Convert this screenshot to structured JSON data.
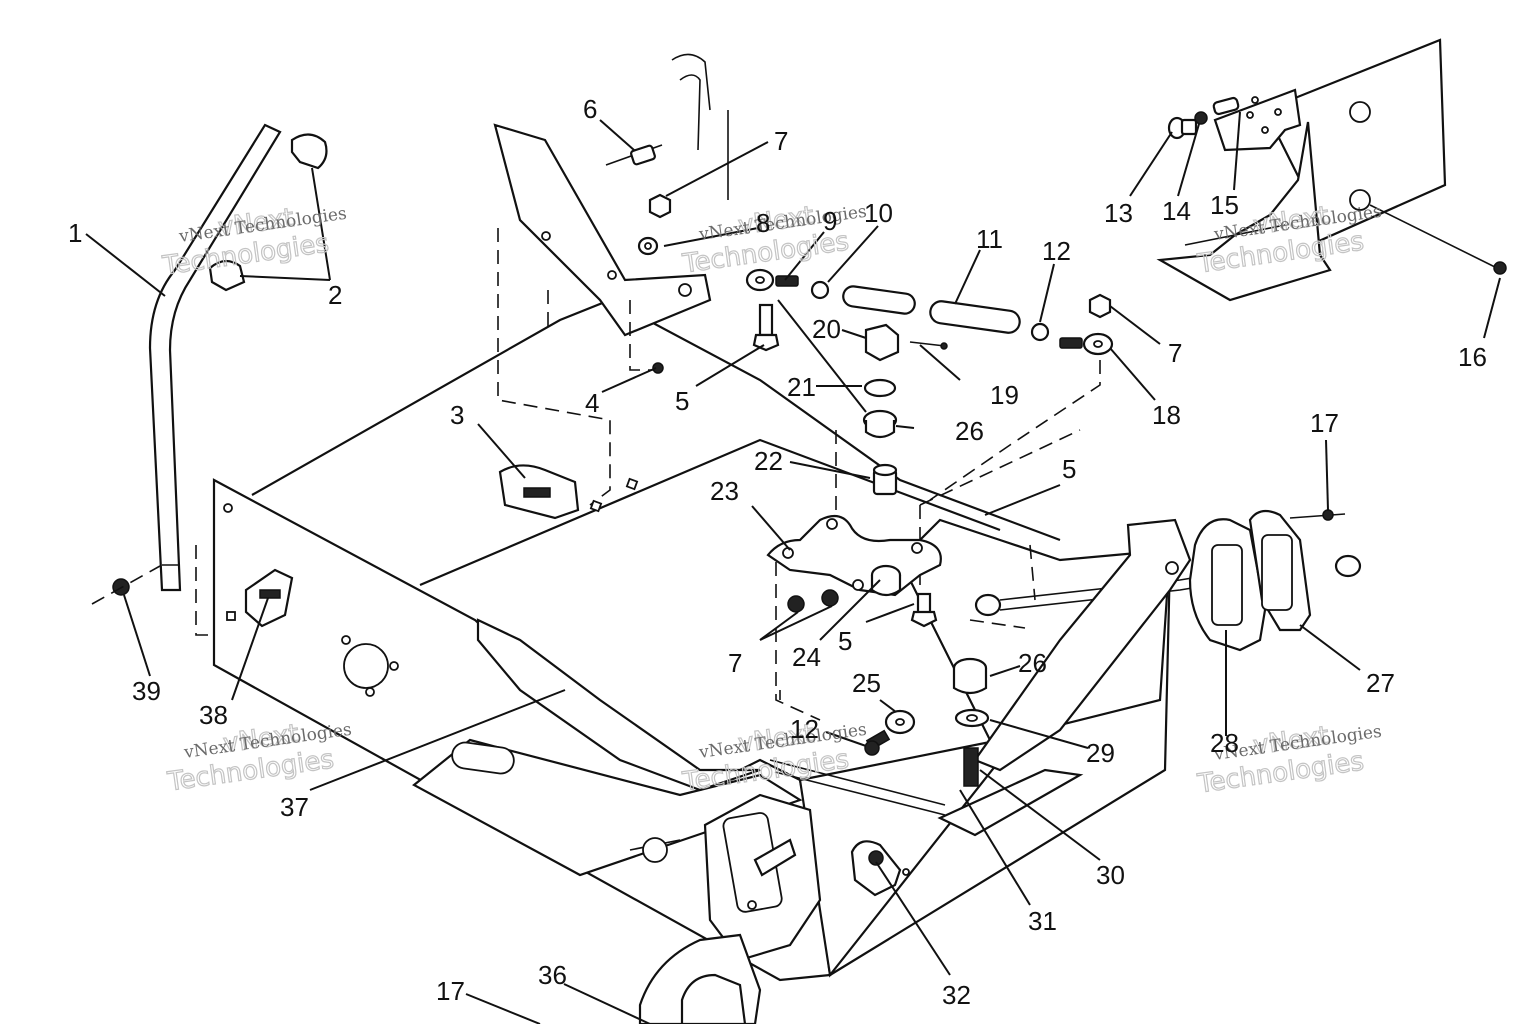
{
  "diagram": {
    "callouts": [
      {
        "id": "c1",
        "text": "1"
      },
      {
        "id": "c2",
        "text": "2"
      },
      {
        "id": "c3",
        "text": "3"
      },
      {
        "id": "c4",
        "text": "4"
      },
      {
        "id": "c5a",
        "text": "5"
      },
      {
        "id": "c5b",
        "text": "5"
      },
      {
        "id": "c5c",
        "text": "5"
      },
      {
        "id": "c6",
        "text": "6"
      },
      {
        "id": "c7a",
        "text": "7"
      },
      {
        "id": "c7b",
        "text": "7"
      },
      {
        "id": "c7c",
        "text": "7"
      },
      {
        "id": "c8",
        "text": "8"
      },
      {
        "id": "c9",
        "text": "9"
      },
      {
        "id": "c10",
        "text": "10"
      },
      {
        "id": "c11",
        "text": "11"
      },
      {
        "id": "c12a",
        "text": "12"
      },
      {
        "id": "c12b",
        "text": "12"
      },
      {
        "id": "c13",
        "text": "13"
      },
      {
        "id": "c14",
        "text": "14"
      },
      {
        "id": "c15",
        "text": "15"
      },
      {
        "id": "c16",
        "text": "16"
      },
      {
        "id": "c17a",
        "text": "17"
      },
      {
        "id": "c17b",
        "text": "17"
      },
      {
        "id": "c18",
        "text": "18"
      },
      {
        "id": "c19",
        "text": "19"
      },
      {
        "id": "c20",
        "text": "20"
      },
      {
        "id": "c21",
        "text": "21"
      },
      {
        "id": "c22",
        "text": "22"
      },
      {
        "id": "c23",
        "text": "23"
      },
      {
        "id": "c24",
        "text": "24"
      },
      {
        "id": "c25",
        "text": "25"
      },
      {
        "id": "c26a",
        "text": "26"
      },
      {
        "id": "c26b",
        "text": "26"
      },
      {
        "id": "c27",
        "text": "27"
      },
      {
        "id": "c28",
        "text": "28"
      },
      {
        "id": "c29",
        "text": "29"
      },
      {
        "id": "c30",
        "text": "30"
      },
      {
        "id": "c31",
        "text": "31"
      },
      {
        "id": "c32",
        "text": "32"
      },
      {
        "id": "c36",
        "text": "36"
      },
      {
        "id": "c37",
        "text": "37"
      },
      {
        "id": "c38",
        "text": "38"
      },
      {
        "id": "c39",
        "text": "39"
      }
    ],
    "watermark": {
      "line1": "vNext Technologies",
      "line2": "vNext",
      "line3": "Technologies"
    }
  }
}
